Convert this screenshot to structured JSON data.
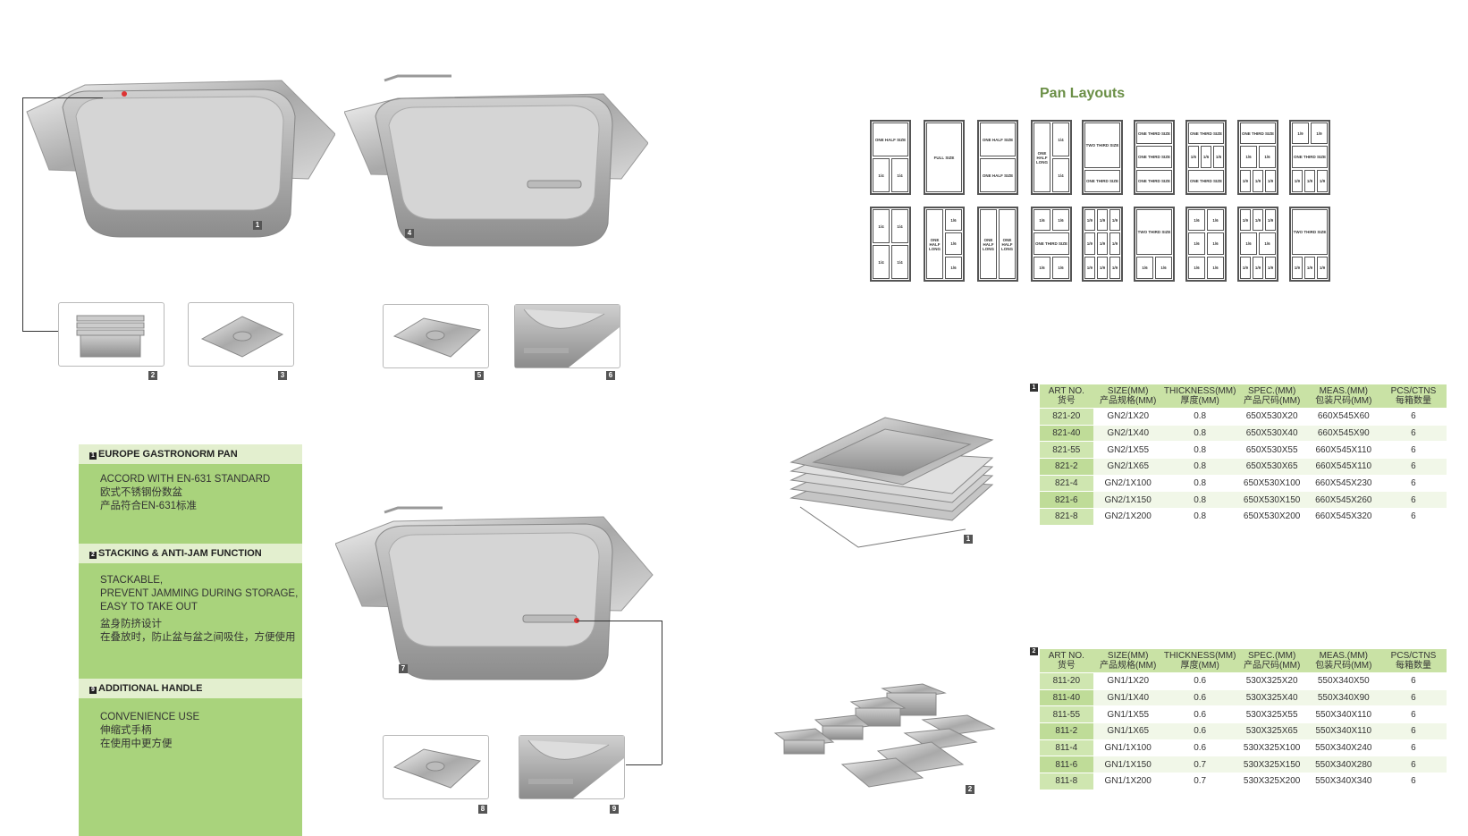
{
  "photo_numbers": [
    "1",
    "4",
    "2",
    "3",
    "5",
    "6",
    "7",
    "8",
    "9"
  ],
  "features": [
    {
      "num": "1",
      "title": "EUROPE GASTRONORM PAN",
      "lines": [
        "ACCORD WITH EN-631 STANDARD",
        "欧式不锈钢份数盆",
        "产品符合EN-631标准"
      ]
    },
    {
      "num": "2",
      "title": "STACKING & ANTI-JAM FUNCTION",
      "lines": [
        "STACKABLE,",
        "PREVENT JAMMING DURING STORAGE,",
        "EASY TO TAKE OUT",
        "盆身防挤设计",
        "在叠放时，防止盆与盆之间吸住，方便使用"
      ]
    },
    {
      "num": "9",
      "title": "ADDITIONAL HANDLE",
      "lines": [
        "CONVENIENCE USE",
        "伸缩式手柄",
        "在使用中更方便"
      ]
    }
  ],
  "pan_layouts": {
    "title": "Pan Layouts",
    "labels": {
      "one_half": "ONE HALF SIZE",
      "full": "FULL SIZE",
      "one_third": "ONE THIRD SIZE",
      "two_third": "TWO THIRD SIZE",
      "half_long": "ONE HALF LONG",
      "quarter": "1/4",
      "sixth": "1/6",
      "ninth": "1/9"
    }
  },
  "table_headers": [
    {
      "en": "ART NO.",
      "cn": "货号"
    },
    {
      "en": "SIZE(MM)",
      "cn": "产品规格(MM)"
    },
    {
      "en": "THICKNESS(MM)",
      "cn": "厚度(MM)"
    },
    {
      "en": "SPEC.(MM)",
      "cn": "产品尺码(MM)"
    },
    {
      "en": "MEAS.(MM)",
      "cn": "包装尺码(MM)"
    },
    {
      "en": "PCS/CTNS",
      "cn": "每箱数量"
    }
  ],
  "tables": [
    {
      "num": "1",
      "photo_num": "1",
      "rows": [
        [
          "821-20",
          "GN2/1X20",
          "0.8",
          "650X530X20",
          "660X545X60",
          "6"
        ],
        [
          "821-40",
          "GN2/1X40",
          "0.8",
          "650X530X40",
          "660X545X90",
          "6"
        ],
        [
          "821-55",
          "GN2/1X55",
          "0.8",
          "650X530X55",
          "660X545X110",
          "6"
        ],
        [
          "821-2",
          "GN2/1X65",
          "0.8",
          "650X530X65",
          "660X545X110",
          "6"
        ],
        [
          "821-4",
          "GN2/1X100",
          "0.8",
          "650X530X100",
          "660X545X230",
          "6"
        ],
        [
          "821-6",
          "GN2/1X150",
          "0.8",
          "650X530X150",
          "660X545X260",
          "6"
        ],
        [
          "821-8",
          "GN2/1X200",
          "0.8",
          "650X530X200",
          "660X545X320",
          "6"
        ]
      ]
    },
    {
      "num": "2",
      "photo_num": "2",
      "rows": [
        [
          "811-20",
          "GN1/1X20",
          "0.6",
          "530X325X20",
          "550X340X50",
          "6"
        ],
        [
          "811-40",
          "GN1/1X40",
          "0.6",
          "530X325X40",
          "550X340X90",
          "6"
        ],
        [
          "811-55",
          "GN1/1X55",
          "0.6",
          "530X325X55",
          "550X340X110",
          "6"
        ],
        [
          "811-2",
          "GN1/1X65",
          "0.6",
          "530X325X65",
          "550X340X110",
          "6"
        ],
        [
          "811-4",
          "GN1/1X100",
          "0.6",
          "530X325X100",
          "550X340X240",
          "6"
        ],
        [
          "811-6",
          "GN1/1X150",
          "0.7",
          "530X325X150",
          "550X340X280",
          "6"
        ],
        [
          "811-8",
          "GN1/1X200",
          "0.7",
          "530X325X200",
          "550X340X340",
          "6"
        ]
      ]
    }
  ]
}
